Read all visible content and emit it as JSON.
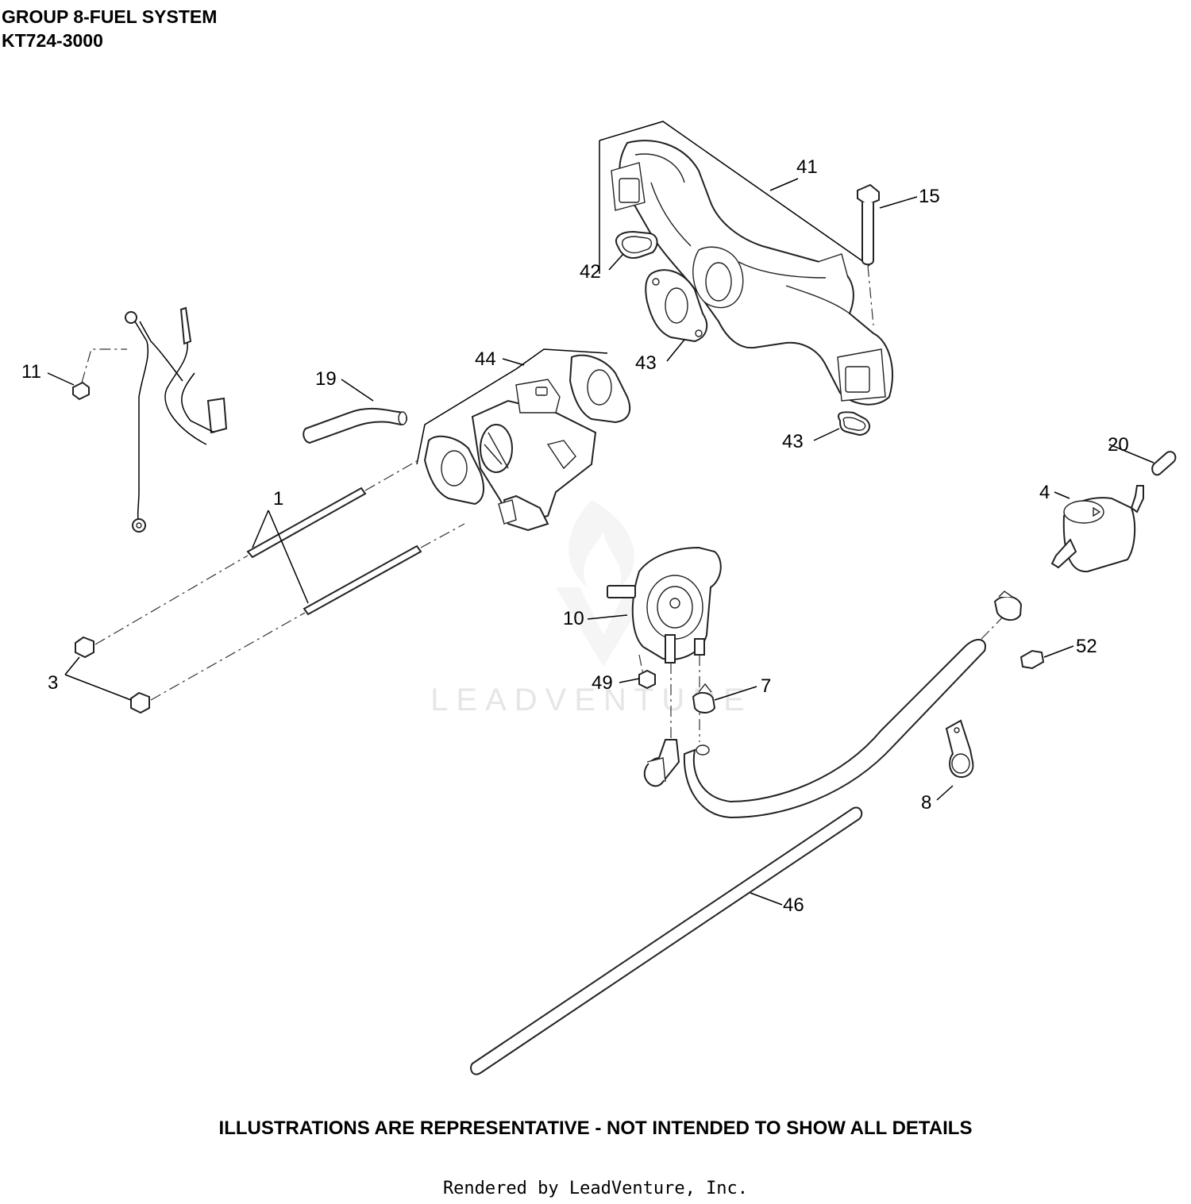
{
  "header": {
    "group_title": "GROUP 8-FUEL SYSTEM",
    "model": "KT724-3000"
  },
  "watermark": {
    "text": "LEADVENTURE"
  },
  "callouts": [
    {
      "id": "1",
      "label": "1"
    },
    {
      "id": "3",
      "label": "3"
    },
    {
      "id": "4",
      "label": "4"
    },
    {
      "id": "7",
      "label": "7"
    },
    {
      "id": "8",
      "label": "8"
    },
    {
      "id": "10",
      "label": "10"
    },
    {
      "id": "11",
      "label": "11"
    },
    {
      "id": "15",
      "label": "15"
    },
    {
      "id": "19",
      "label": "19"
    },
    {
      "id": "20",
      "label": "20"
    },
    {
      "id": "41",
      "label": "41"
    },
    {
      "id": "42",
      "label": "42"
    },
    {
      "id": "43a",
      "label": "43"
    },
    {
      "id": "43b",
      "label": "43"
    },
    {
      "id": "44",
      "label": "44"
    },
    {
      "id": "46",
      "label": "46"
    },
    {
      "id": "49",
      "label": "49"
    },
    {
      "id": "52",
      "label": "52"
    }
  ],
  "footer": {
    "note": "ILLUSTRATIONS ARE REPRESENTATIVE - NOT INTENDED TO SHOW ALL DETAILS",
    "rendered_by": "Rendered by LeadVenture, Inc."
  }
}
